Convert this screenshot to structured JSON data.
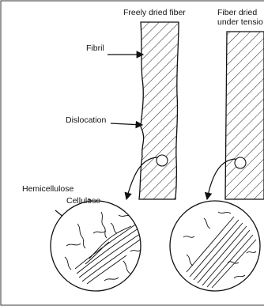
{
  "labels": {
    "freely_dried": "Freely dried fiber",
    "tension_dried_line1": "Fiber dried",
    "tension_dried_line2": "under tensio",
    "fibril": "Fibril",
    "dislocation": "Dislocation",
    "hemicellulose": "Hemicellulose",
    "cellulose": "Cellulose"
  }
}
